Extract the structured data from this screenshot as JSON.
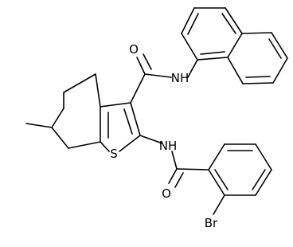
{
  "atoms": {
    "carbonyl_O_upper": "O",
    "amide_NH_upper": "N​H",
    "thiophene_S": "S",
    "amide_NH_lower": "NH",
    "carbonyl_O_lower": "O",
    "bromine": "Br"
  }
}
